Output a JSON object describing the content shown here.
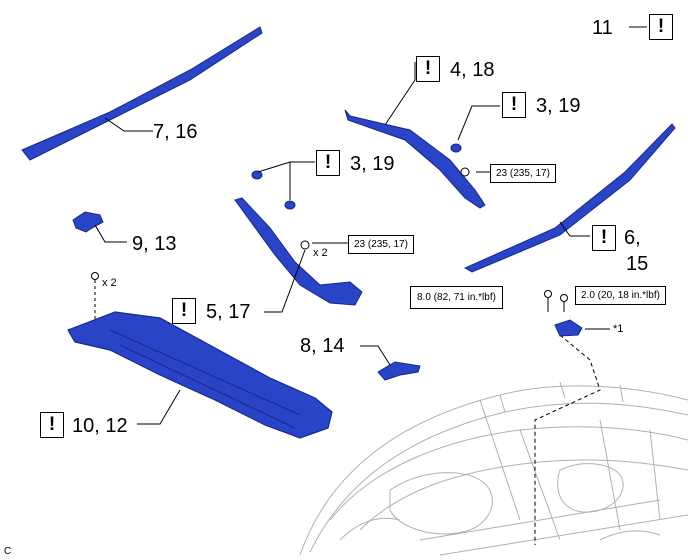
{
  "colors": {
    "part": "#2a44c8",
    "part_dark": "#142a8a",
    "outline": "#000000",
    "engine_line": "#b0b0b0"
  },
  "icons": {
    "warning": "exclamation-box-icon"
  },
  "callouts": {
    "c11": {
      "text": "11",
      "icon": "!"
    },
    "c4_18": {
      "text": "4, 18",
      "icon": "!"
    },
    "c3_19a": {
      "text": "3, 19",
      "icon": "!"
    },
    "c7_16": {
      "text": "7, 16"
    },
    "c3_19b": {
      "text": "3, 19",
      "icon": "!"
    },
    "c9_13": {
      "text": "9, 13"
    },
    "c6_15": {
      "line1": "6,",
      "line2": "15",
      "icon": "!"
    },
    "c5_17": {
      "text": "5, 17",
      "icon": "!"
    },
    "c8_14": {
      "text": "8, 14"
    },
    "c10_12": {
      "text": "10, 12",
      "icon": "!"
    },
    "star1": {
      "text": "*1"
    }
  },
  "torques": {
    "t_arm_right": "23 (235, 17)",
    "t_arm_left": "23 (235, 17)",
    "t_bracket_bolt": "8.0 (82, 71 in.*lbf)",
    "t_bracket_nut": "2.0 (20, 18 in.*lbf)"
  },
  "quantities": {
    "q_arm_left": "x 2",
    "q_cowl": "x 2"
  },
  "figure_code": "C"
}
